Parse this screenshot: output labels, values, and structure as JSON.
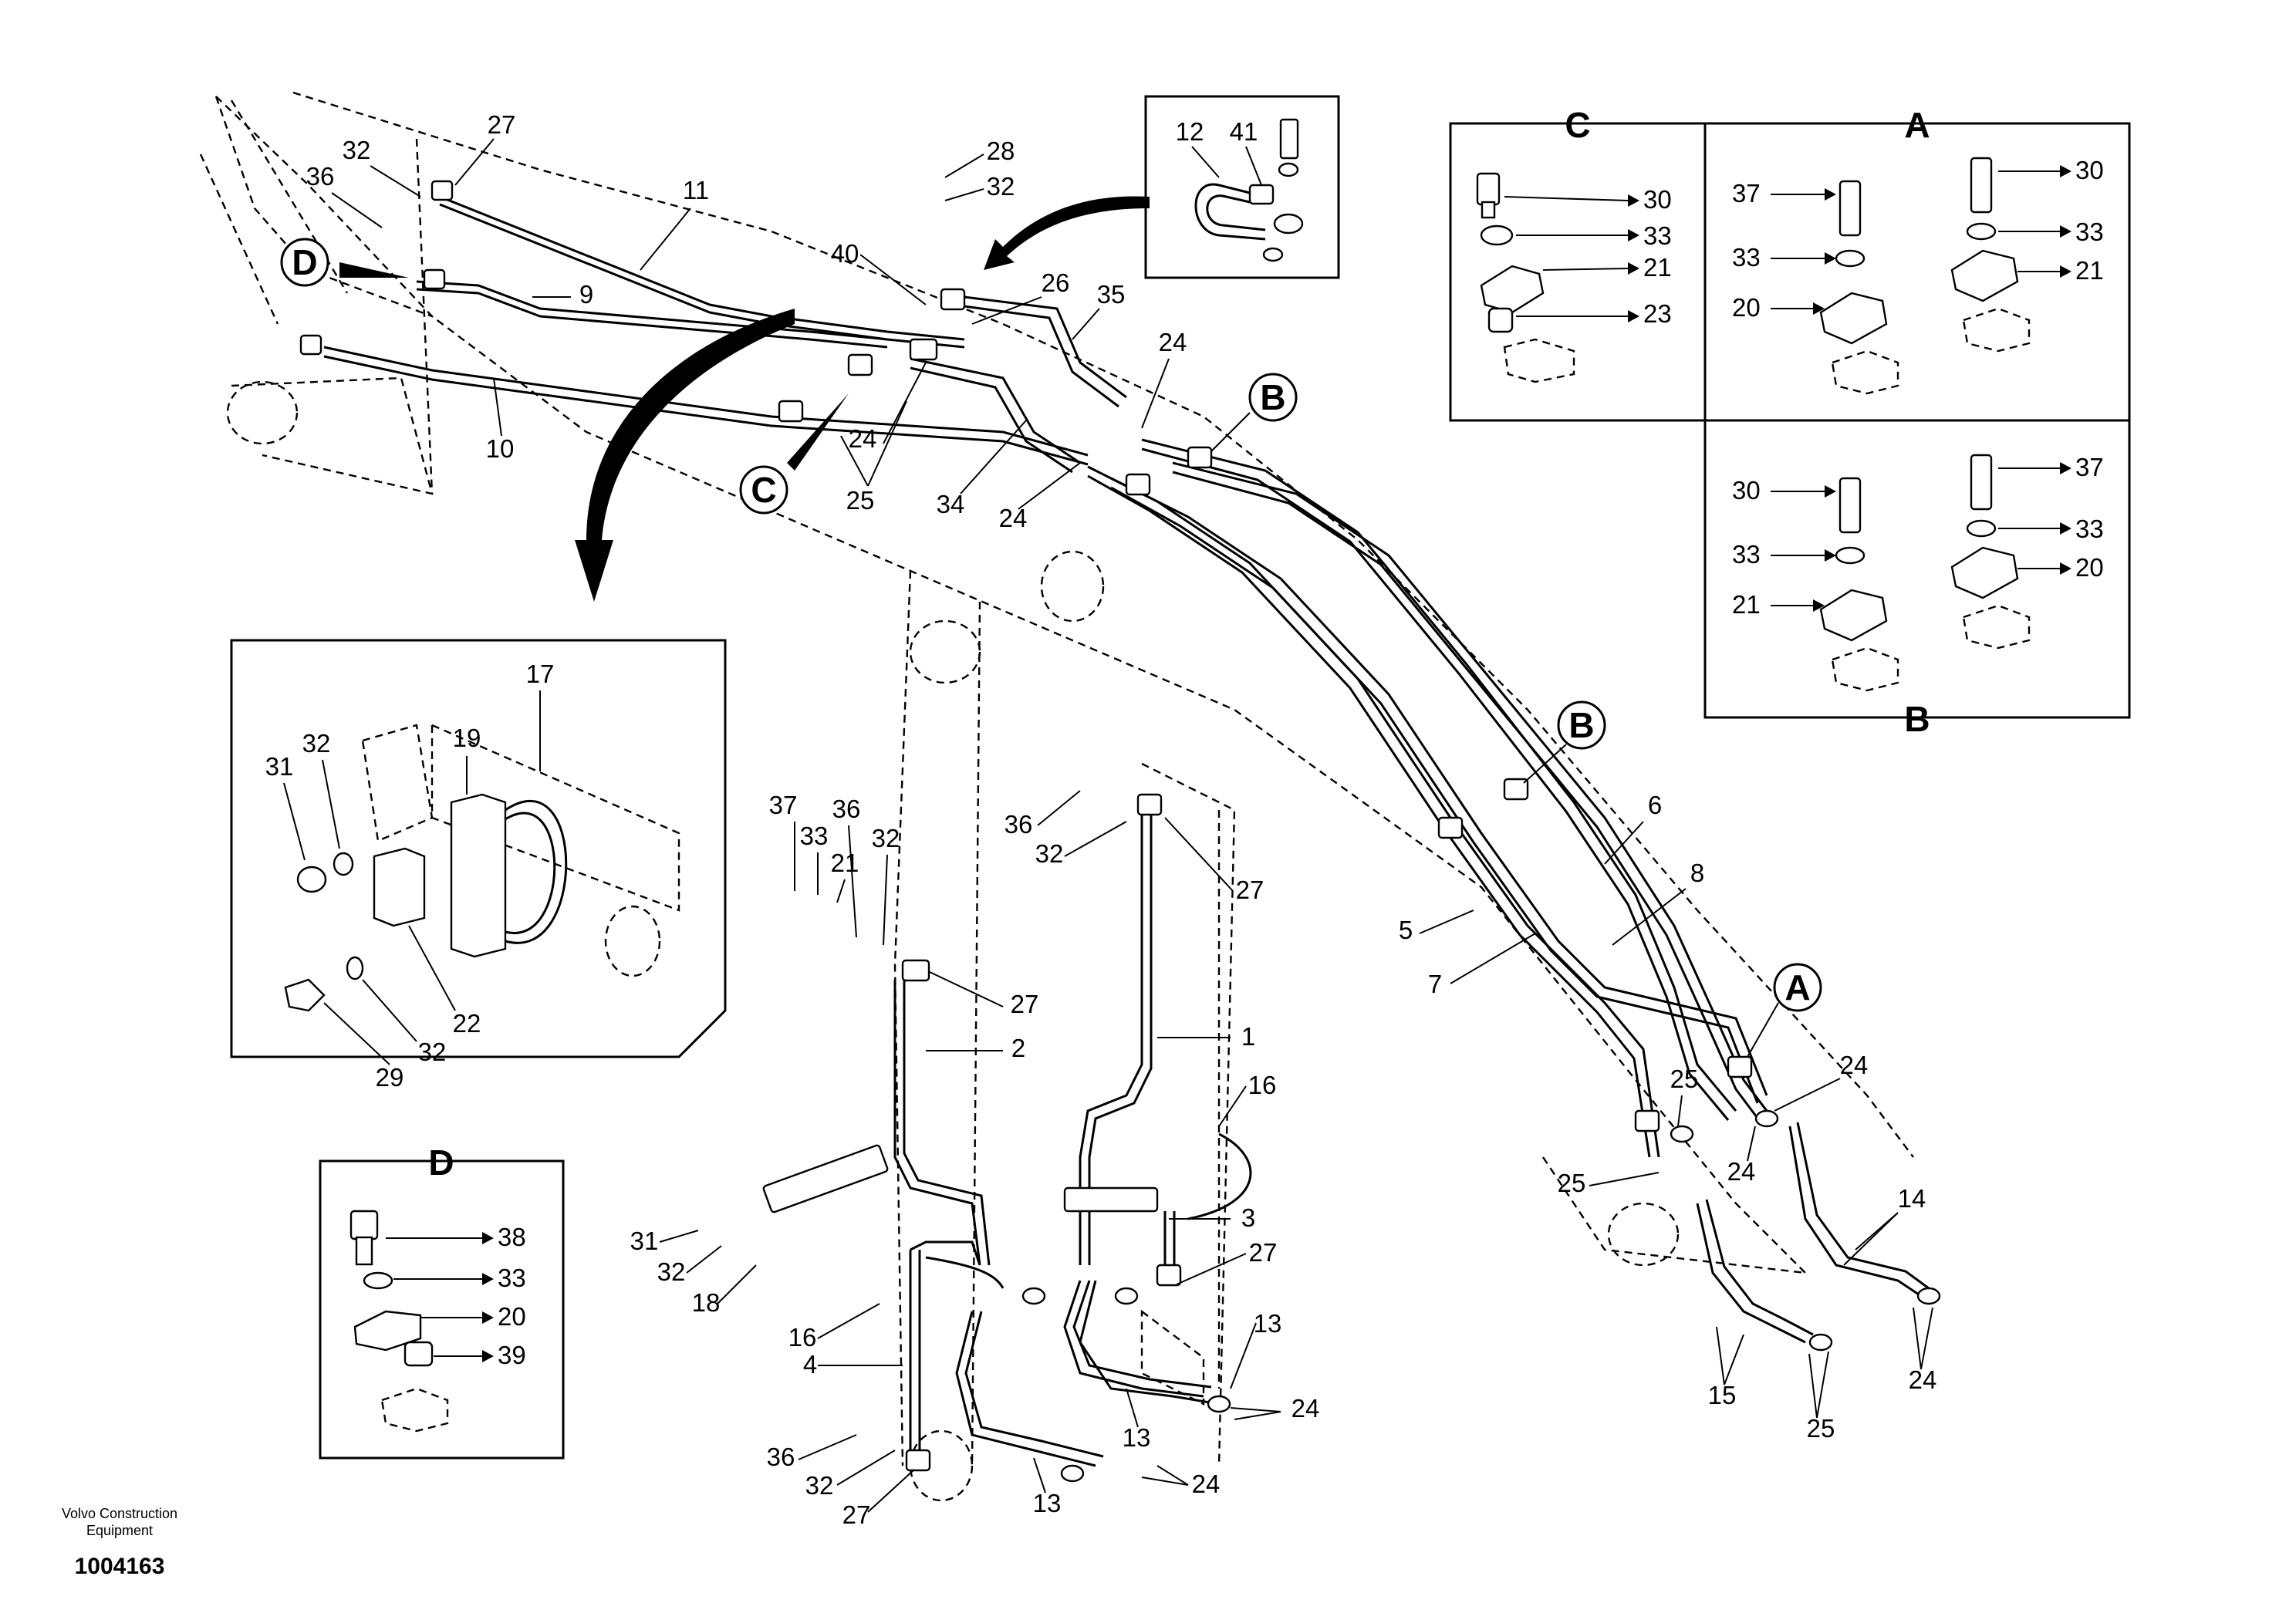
{
  "figure": {
    "footer_company": "Volvo Construction\nEquipment",
    "footer_company_line1": "Volvo Construction",
    "footer_company_line2": "Equipment",
    "catalog_number": "1004163"
  },
  "callouts": [
    {
      "id": "callout-d",
      "label": "D"
    },
    {
      "id": "callout-c",
      "label": "C"
    },
    {
      "id": "callout-b-upper",
      "label": "B"
    },
    {
      "id": "callout-b-lower",
      "label": "B"
    },
    {
      "id": "callout-a",
      "label": "A"
    }
  ],
  "detail_views": [
    {
      "id": "detail-c",
      "letter": "C"
    },
    {
      "id": "detail-a",
      "letter": "A"
    },
    {
      "id": "detail-b",
      "letter": "B"
    },
    {
      "id": "detail-d",
      "letter": "D"
    }
  ],
  "part_labels": [
    "27",
    "32",
    "36",
    "11",
    "9",
    "10",
    "28",
    "32",
    "40",
    "26",
    "35",
    "24",
    "25",
    "34",
    "24",
    "12",
    "41",
    "30",
    "33",
    "21",
    "23",
    "37",
    "30",
    "33",
    "33",
    "21",
    "20",
    "30",
    "37",
    "33",
    "33",
    "21",
    "20",
    "19",
    "17",
    "31",
    "32",
    "22",
    "32",
    "29",
    "37",
    "33",
    "21",
    "31",
    "32",
    "18",
    "36",
    "32",
    "2",
    "27",
    "16",
    "4",
    "36",
    "32",
    "27",
    "36",
    "32",
    "27",
    "1",
    "16",
    "3",
    "27",
    "13",
    "24",
    "13",
    "24",
    "13",
    "38",
    "33",
    "20",
    "39",
    "6",
    "8",
    "5",
    "7",
    "25",
    "24",
    "25",
    "24",
    "14",
    "15",
    "25",
    "24"
  ]
}
